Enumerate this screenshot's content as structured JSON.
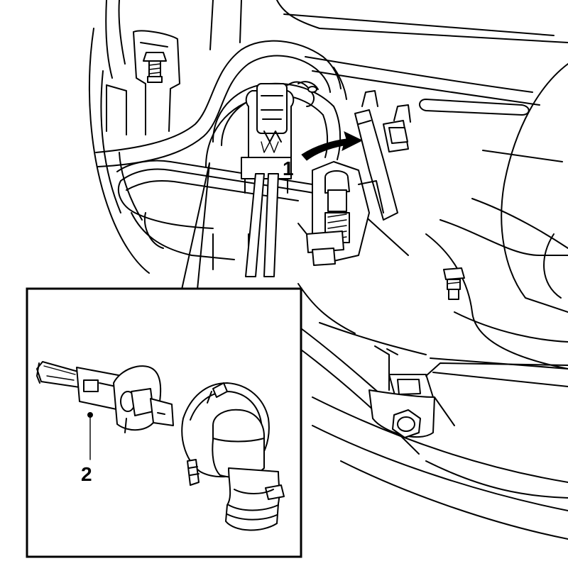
{
  "callouts": {
    "arrow_callout": "1",
    "bulb_callout": "2"
  },
  "colors": {
    "line": "#000000",
    "background": "#ffffff"
  },
  "icons": {
    "main_view": "headlamp-rear-housing-illustration",
    "inset": "h1-bulb-and-connector-illustration",
    "rotation": "curved-arrow-icon"
  }
}
